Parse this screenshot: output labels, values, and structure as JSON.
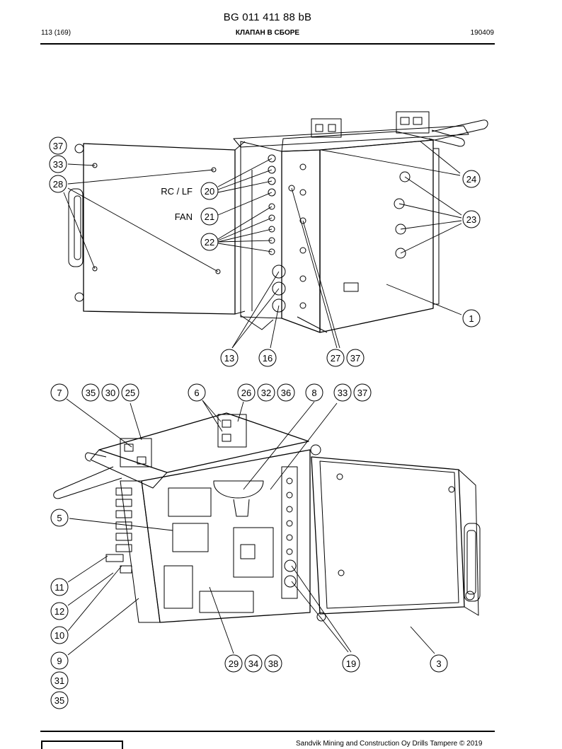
{
  "header": {
    "doc_number": "BG 011 411 88 bB",
    "page": "113 (169)",
    "title": "КЛАПАН В СБОРЕ",
    "date": "190409"
  },
  "figure1": {
    "labels": {
      "rc_lf": "RC / LF",
      "fan": "FAN"
    },
    "callouts": {
      "c37": "37",
      "c33": "33",
      "c28": "28",
      "c20": "20",
      "c21": "21",
      "c22": "22",
      "c24": "24",
      "c23": "23",
      "c1": "1",
      "c13": "13",
      "c16": "16",
      "c27": "27",
      "c37b": "37"
    }
  },
  "figure2": {
    "callouts": {
      "c7": "7",
      "c35": "35",
      "c30": "30",
      "c25": "25",
      "c6": "6",
      "c26": "26",
      "c32": "32",
      "c36": "36",
      "c8": "8",
      "c33": "33",
      "c37": "37",
      "c5": "5",
      "c11": "11",
      "c12": "12",
      "c10": "10",
      "c9": "9",
      "c31": "31",
      "c35b": "35",
      "c29": "29",
      "c34": "34",
      "c38": "38",
      "c19": "19",
      "c3": "3"
    }
  },
  "footer": {
    "copyright": "Sandvik Mining and Construction Oy Drills Tampere © 2019"
  }
}
